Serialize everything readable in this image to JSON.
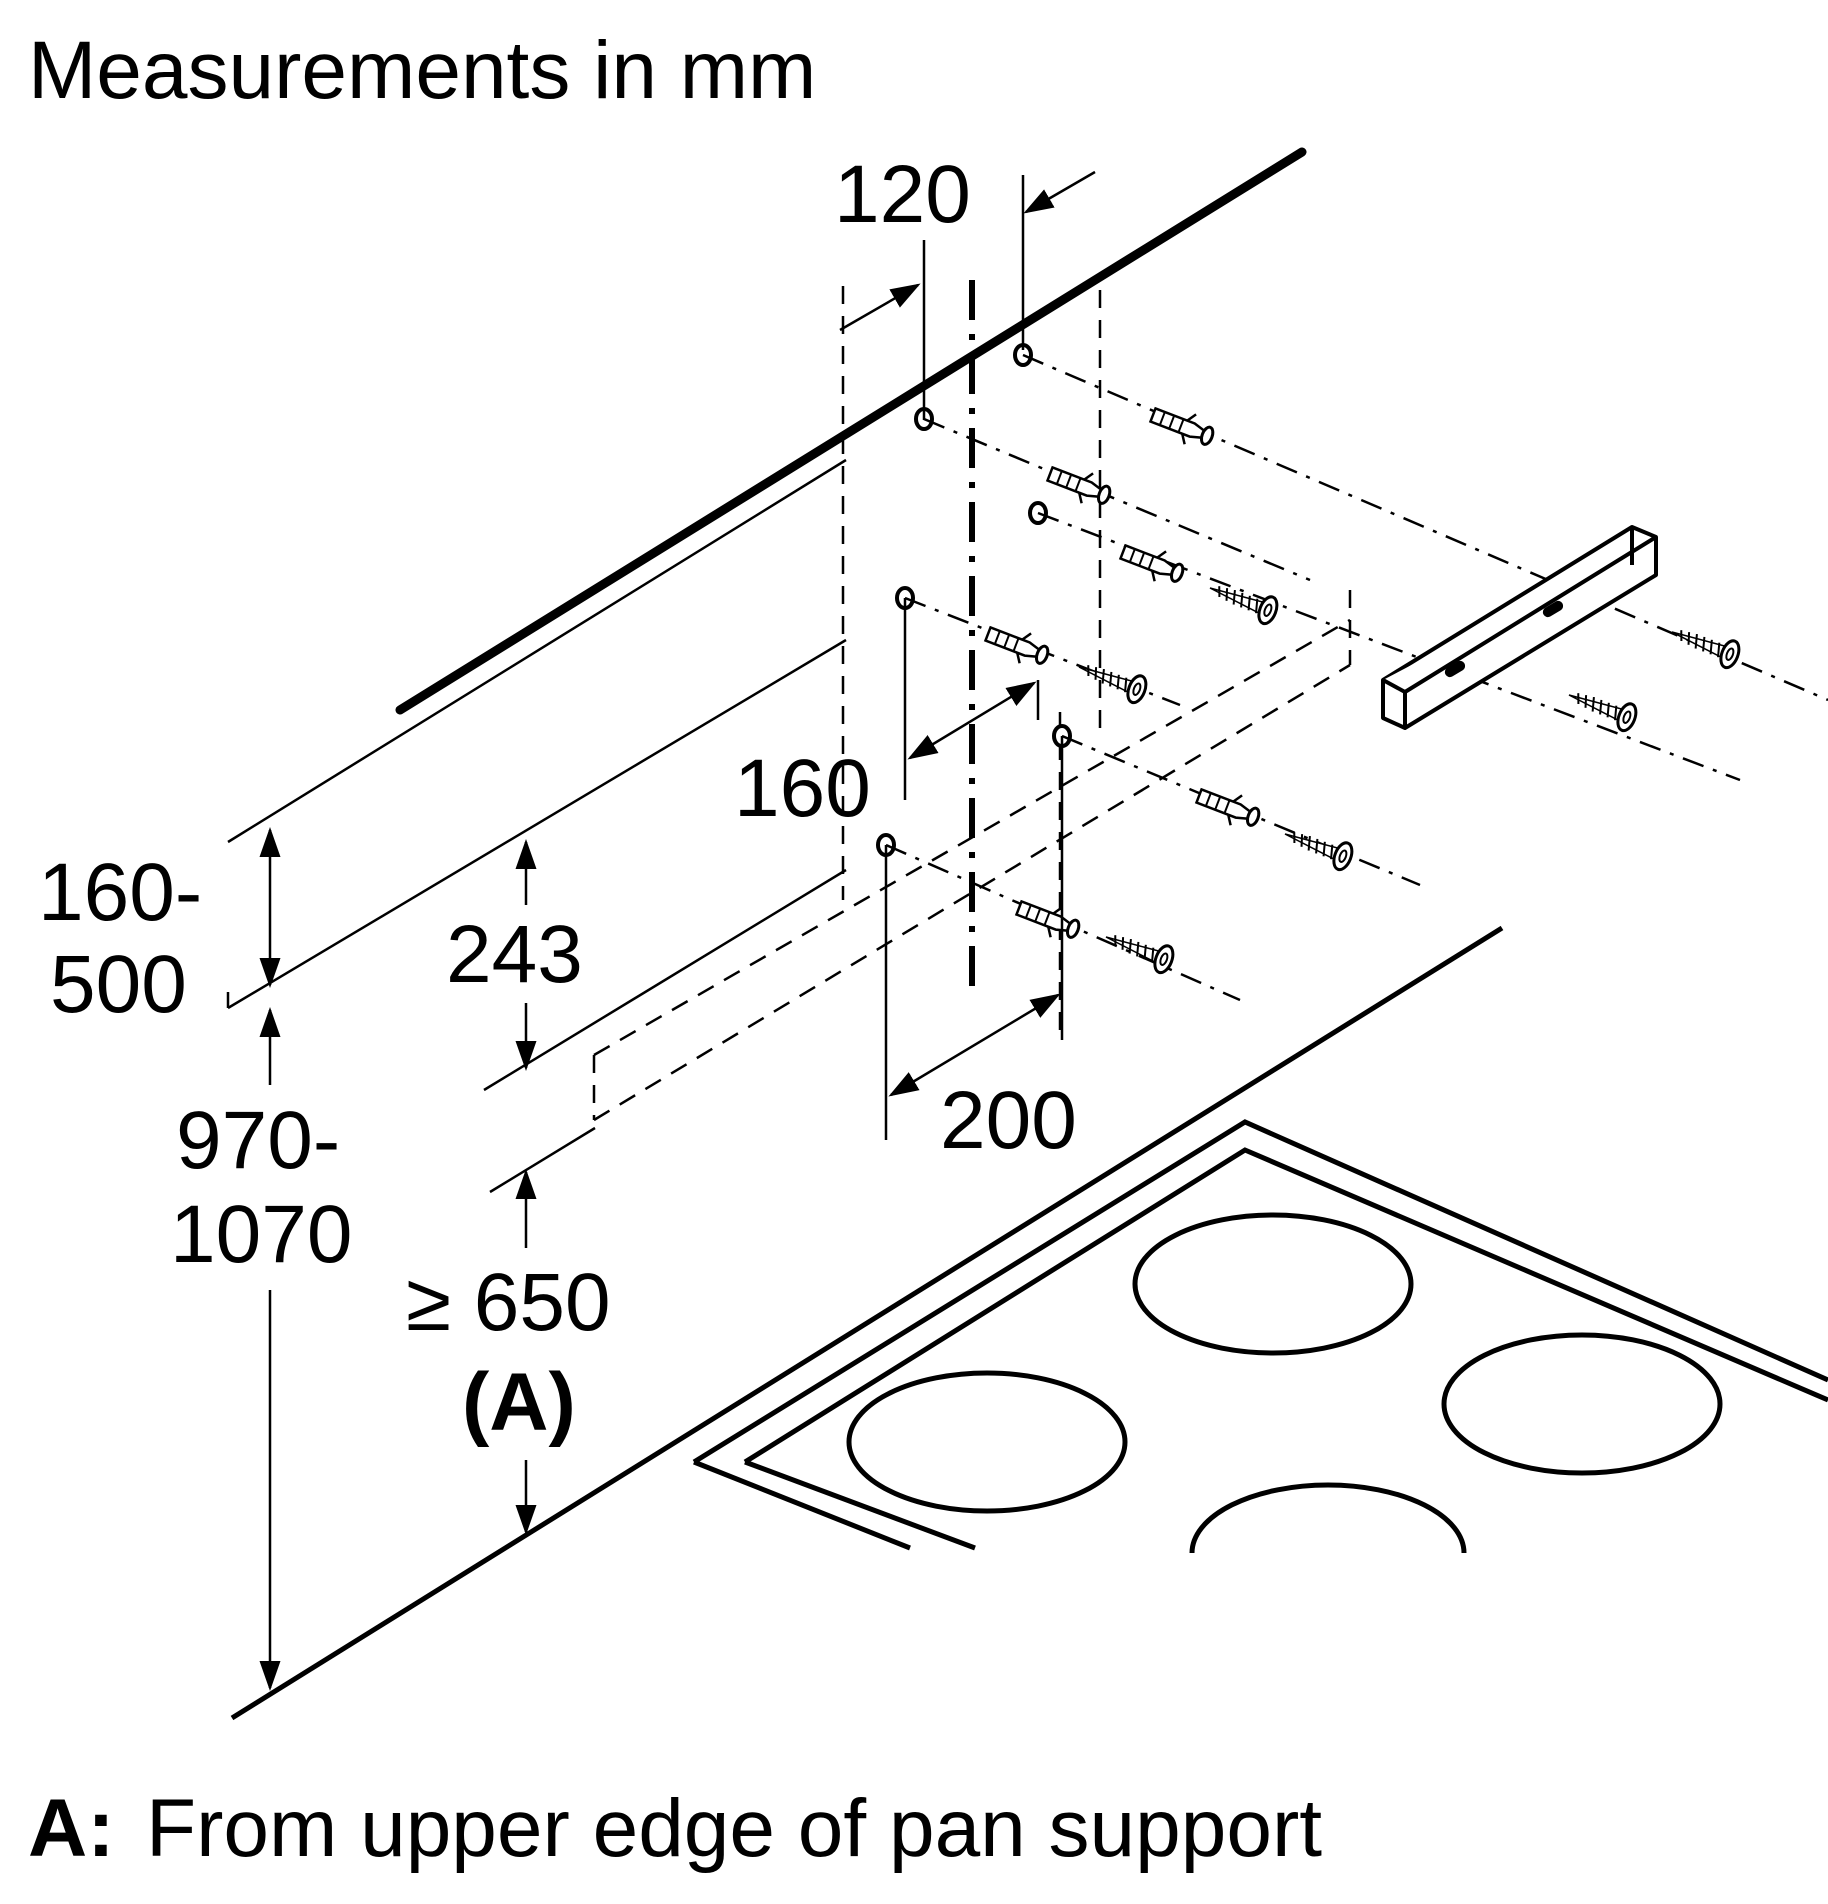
{
  "title": "Measurements in mm",
  "dimensions": {
    "d120": "120",
    "d160": "160",
    "d200": "200",
    "d243": "243",
    "d160_500_a": "160-",
    "d160_500_b": "500",
    "d970_1070_a": "970-",
    "d970_1070_b": "1070",
    "d650": "≥ 650",
    "d650_ref": "(A)"
  },
  "footnote": {
    "key": "A:",
    "text": "From upper edge of pan support"
  },
  "colors": {
    "ink": "#000000",
    "background": "#ffffff"
  }
}
